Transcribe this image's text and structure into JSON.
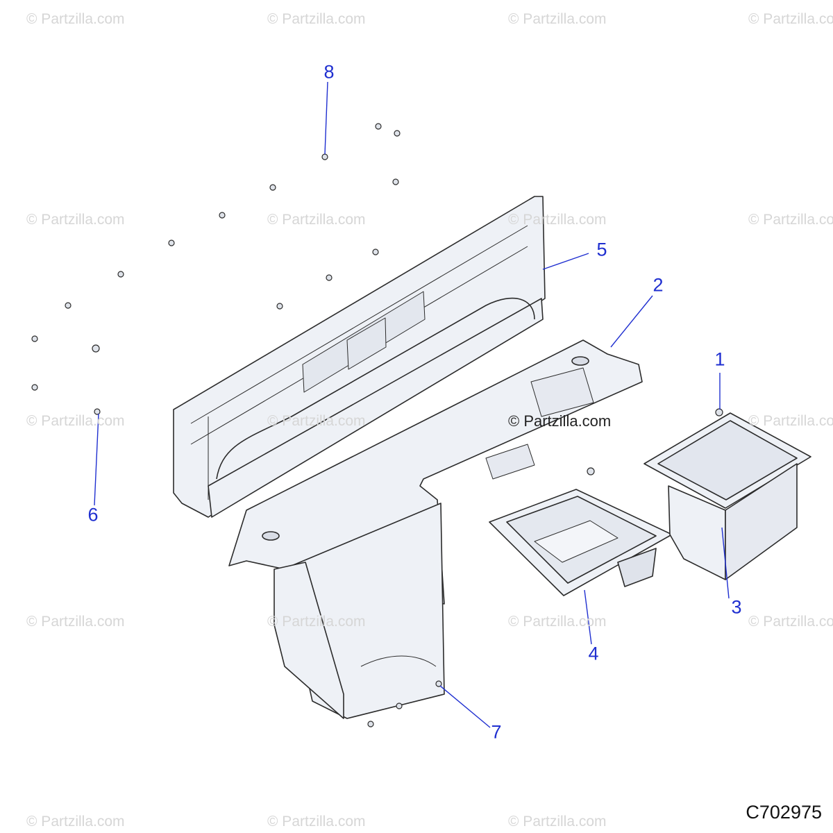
{
  "watermark_text": "© Partzilla.com",
  "center_watermark_text": "© Partzilla.com",
  "diagram_code": "C702975",
  "callouts": [
    {
      "id": "1",
      "label": "1"
    },
    {
      "id": "2",
      "label": "2"
    },
    {
      "id": "3",
      "label": "3"
    },
    {
      "id": "4",
      "label": "4"
    },
    {
      "id": "5",
      "label": "5"
    },
    {
      "id": "6",
      "label": "6"
    },
    {
      "id": "7",
      "label": "7"
    },
    {
      "id": "8",
      "label": "8"
    }
  ],
  "colors": {
    "part_fill": "#eef1f6",
    "part_stroke": "#2b2b2b",
    "callout": "#1f2fd0",
    "watermark": "#d6d6d6"
  }
}
